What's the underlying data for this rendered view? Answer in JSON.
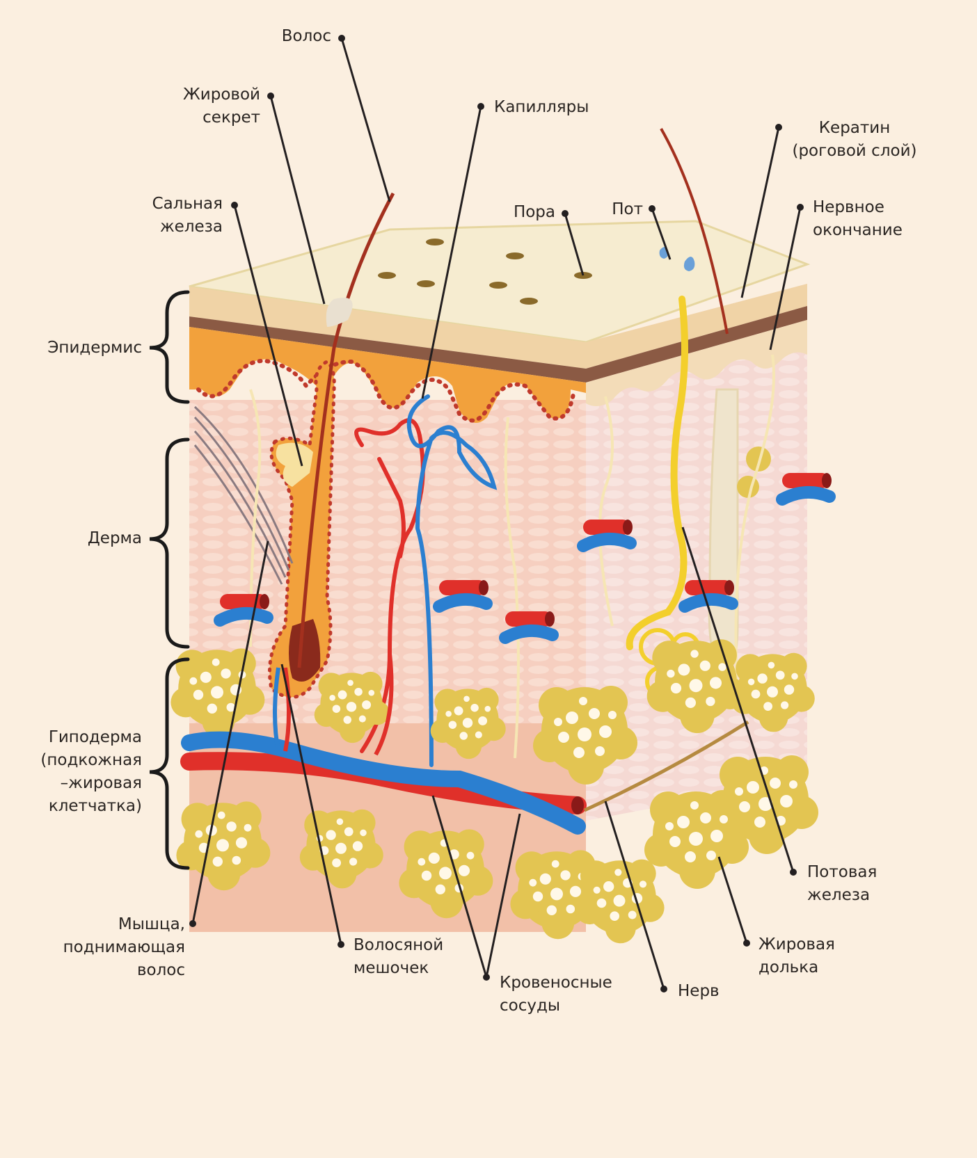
{
  "labels": {
    "volos": "Волос",
    "zhirovoy_sekret": [
      "Жировой",
      "секрет"
    ],
    "kapillyary": "Капилляры",
    "keratin": [
      "Кератин",
      "(роговой слой)"
    ],
    "salnaya_zheleza": [
      "Сальная",
      "железа"
    ],
    "pora": "Пора",
    "pot": "Пот",
    "nervnoe_okonchanie": [
      "Нервное",
      "окончание"
    ],
    "epidermis": "Эпидермис",
    "derma": "Дерма",
    "gipoderma": [
      "Гиподерма",
      "(подкожная",
      "–жировая",
      "клетчатка)"
    ],
    "myshca": [
      "Мышца,",
      "поднимающая",
      "волос"
    ],
    "volosyanoy_meshochek": [
      "Волосяной",
      "мешочек"
    ],
    "krovenosnye_sosudy": [
      "Кровеносные",
      "сосуды"
    ],
    "nerv": "Нерв",
    "zhirovaya_dolka": [
      "Жировая",
      "долька"
    ],
    "potovaya_zheleza": [
      "Потовая",
      "железа"
    ]
  },
  "colors": {
    "background": "#fbefe0",
    "epidermis_orange": "#f2a13c",
    "dermis_pink": "#f6cfc0",
    "fat_yellow": "#e2c552",
    "artery_red": "#e0302a",
    "vein_blue": "#2b7fd0",
    "nerve_yellow": "#f3cf2c",
    "leader_line": "#231f20"
  }
}
